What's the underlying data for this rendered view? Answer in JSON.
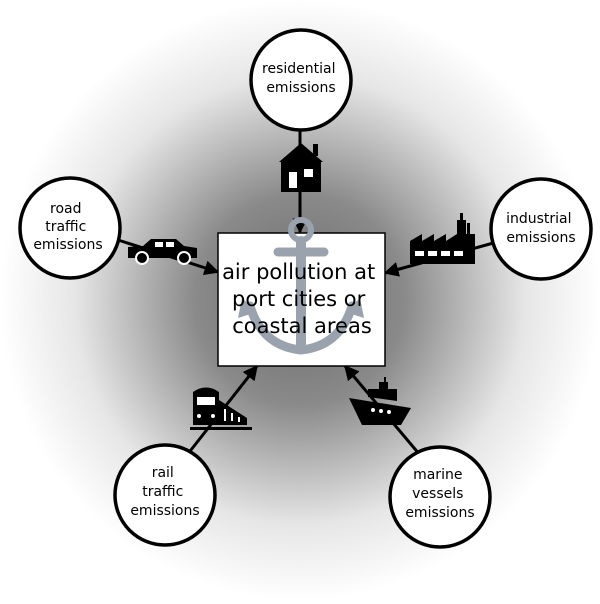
{
  "center": {
    "lines": [
      "air pollution at",
      "port cities or",
      "coastal areas"
    ],
    "icon": "anchor-icon"
  },
  "sources": {
    "residential": {
      "lines": [
        "residential",
        "emissions"
      ],
      "icon": "house-icon"
    },
    "road": {
      "lines": [
        "road",
        "traffic",
        "emissions"
      ],
      "icon": "car-icon"
    },
    "industrial": {
      "lines": [
        "industrial",
        "emissions"
      ],
      "icon": "factory-icon"
    },
    "rail": {
      "lines": [
        "rail",
        "traffic",
        "emissions"
      ],
      "icon": "train-icon"
    },
    "marine": {
      "lines": [
        "marine",
        "vessels",
        "emissions"
      ],
      "icon": "ship-icon"
    }
  },
  "colors": {
    "glow": "#7a7a7a",
    "line": "#000000",
    "anchor": "#9aa3ad",
    "box": "#ffffff"
  }
}
